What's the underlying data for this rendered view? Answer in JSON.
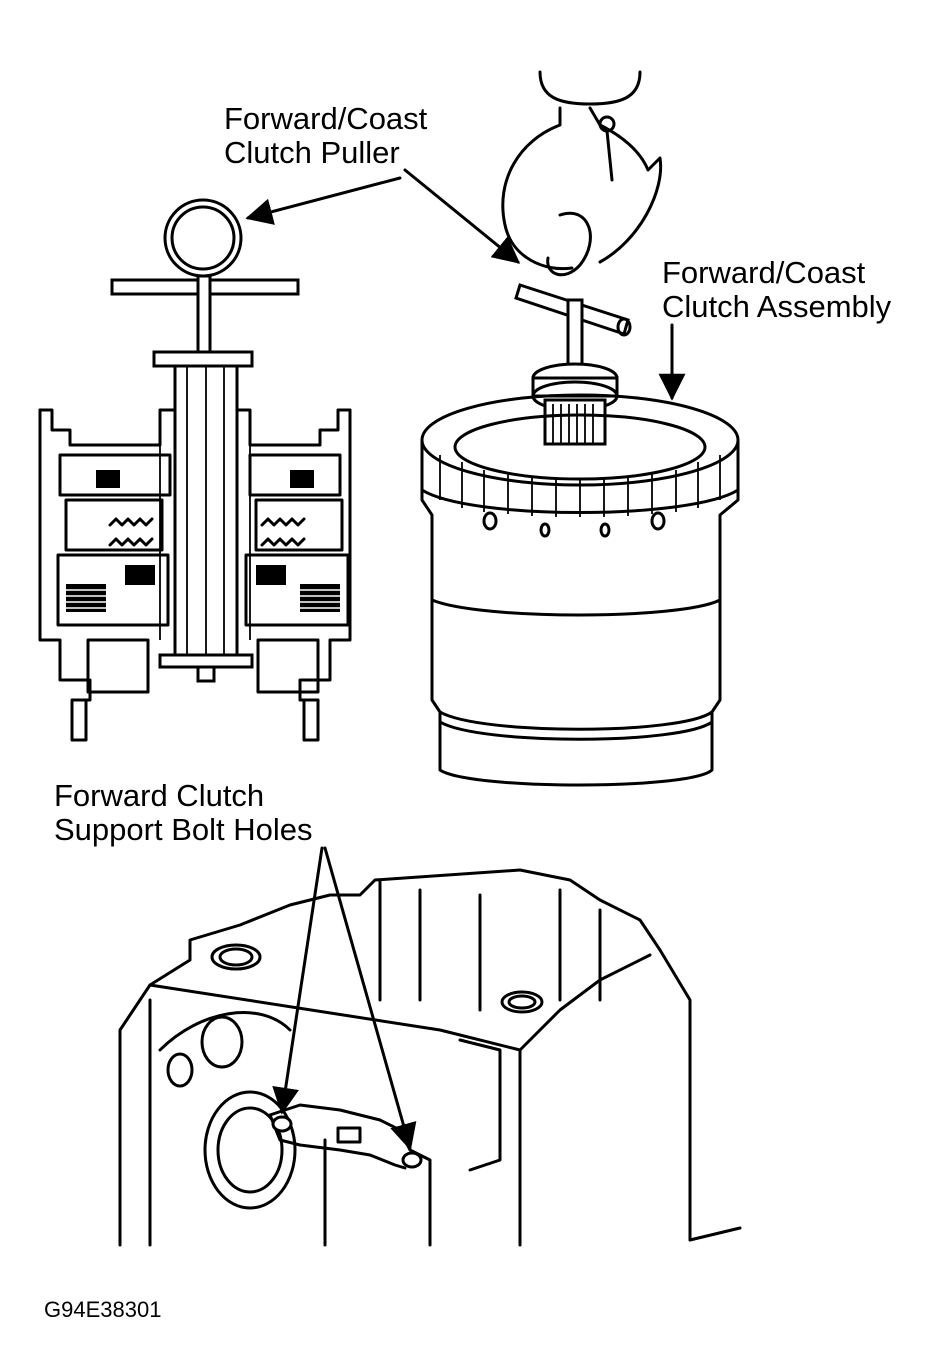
{
  "figure": {
    "callouts": {
      "puller": {
        "line1": "Forward/Coast",
        "line2": "Clutch Puller"
      },
      "assembly": {
        "line1": "Forward/Coast",
        "line2": "Clutch Assembly"
      },
      "bolt_holes": {
        "line1": "Forward Clutch",
        "line2": "Support Bolt Holes"
      }
    },
    "figure_id": "G94E38301"
  }
}
